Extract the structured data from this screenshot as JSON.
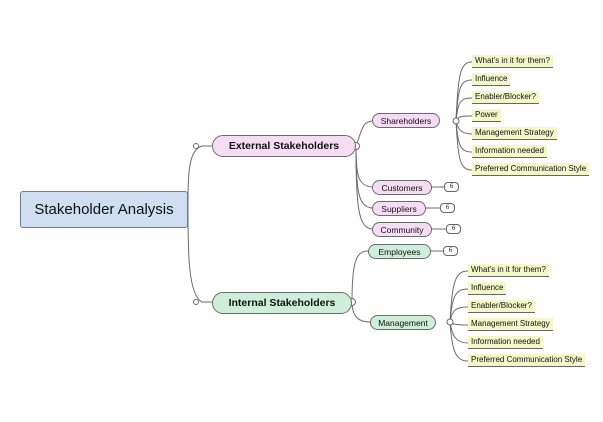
{
  "root": "Stakeholder Analysis",
  "external": {
    "label": "External Stakeholders",
    "shareholders": {
      "label": "Shareholders",
      "items": [
        "What's in it for them?",
        "Influence",
        "Enabler/Blocker?",
        "Power",
        "Management Strategy",
        "Information needed",
        "Preferred Communication Style"
      ]
    },
    "customers": "Customers",
    "suppliers": "Suppliers",
    "community": "Community"
  },
  "internal": {
    "label": "Internal Stakeholders",
    "employees": "Employees",
    "management": {
      "label": "Management",
      "items": [
        "What's in it for them?",
        "Influence",
        "Enabler/Blocker?",
        "Management Strategy",
        "Information needed",
        "Preferred Communication Style"
      ]
    }
  },
  "collapsed_badge": "6",
  "colors": {
    "root_fill": "#cfdff1",
    "external_fill": "#f6dcf4",
    "internal_fill": "#cdeed8",
    "leaf_fill": "#f4f7c8",
    "connector": "#6b6b6b"
  }
}
